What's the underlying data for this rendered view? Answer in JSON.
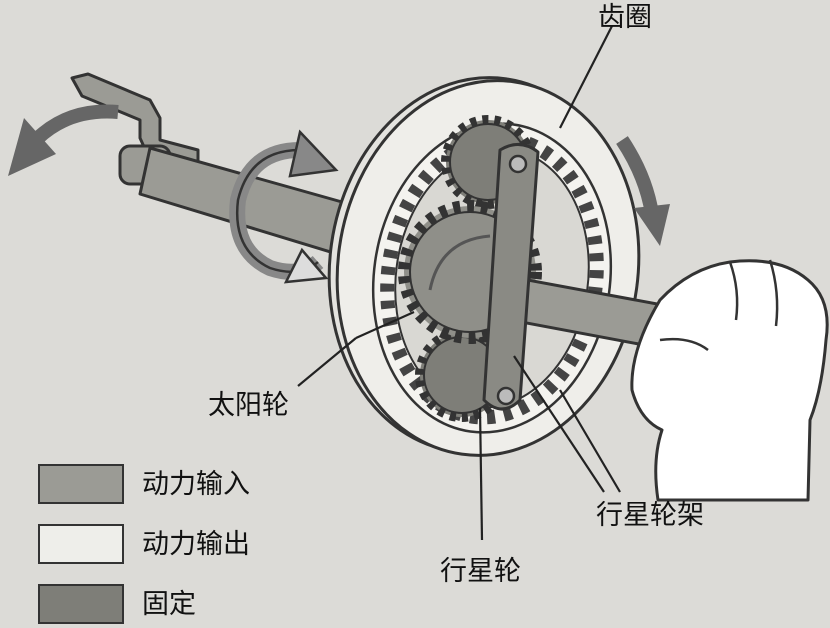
{
  "labels": {
    "ring_gear": "齿圈",
    "sun_gear": "太阳轮",
    "planet_carrier": "行星轮架",
    "planet_gear": "行星轮"
  },
  "legend": [
    {
      "text": "动力输入",
      "color": "#9b9b95"
    },
    {
      "text": "动力输出",
      "color": "#eeeeea"
    },
    {
      "text": "固定",
      "color": "#7e7e78"
    }
  ],
  "colors": {
    "background": "#dcdbd7",
    "input": "#9b9b95",
    "output": "#eeeeea",
    "fixed": "#7e7e78",
    "line": "#333333"
  }
}
